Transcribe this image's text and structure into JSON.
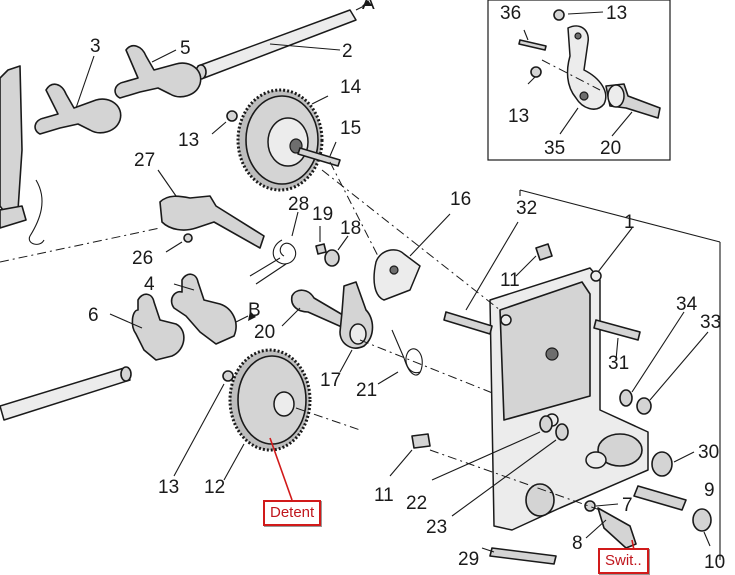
{
  "labels": {
    "l1": "1",
    "l2": "2",
    "l3": "3",
    "l4": "4",
    "l5": "5",
    "l6": "6",
    "l7": "7",
    "l8": "8",
    "l9": "9",
    "l10": "10",
    "l11a": "11",
    "l11b": "11",
    "l12": "12",
    "l13a": "13",
    "l13b": "13",
    "l13c": "13",
    "l13d": "13",
    "l14": "14",
    "l15": "15",
    "l16": "16",
    "l17": "17",
    "l18": "18",
    "l19": "19",
    "l20a": "20",
    "l20b": "20",
    "l21": "21",
    "l22": "22",
    "l23": "23",
    "l26": "26",
    "l27": "27",
    "l28": "28",
    "l29": "29",
    "l30": "30",
    "l31": "31",
    "l32": "32",
    "l33": "33",
    "l34": "34",
    "l35": "35",
    "l36": "36",
    "arrowA": "A",
    "arrowB": "B"
  },
  "callouts": {
    "detent": "Detent",
    "switch": "Swit.."
  },
  "colors": {
    "callout_border": "#d11a1a",
    "callout_text": "#c0161d",
    "line": "#1a1a1a",
    "part_fill": "#d4d4d4"
  }
}
